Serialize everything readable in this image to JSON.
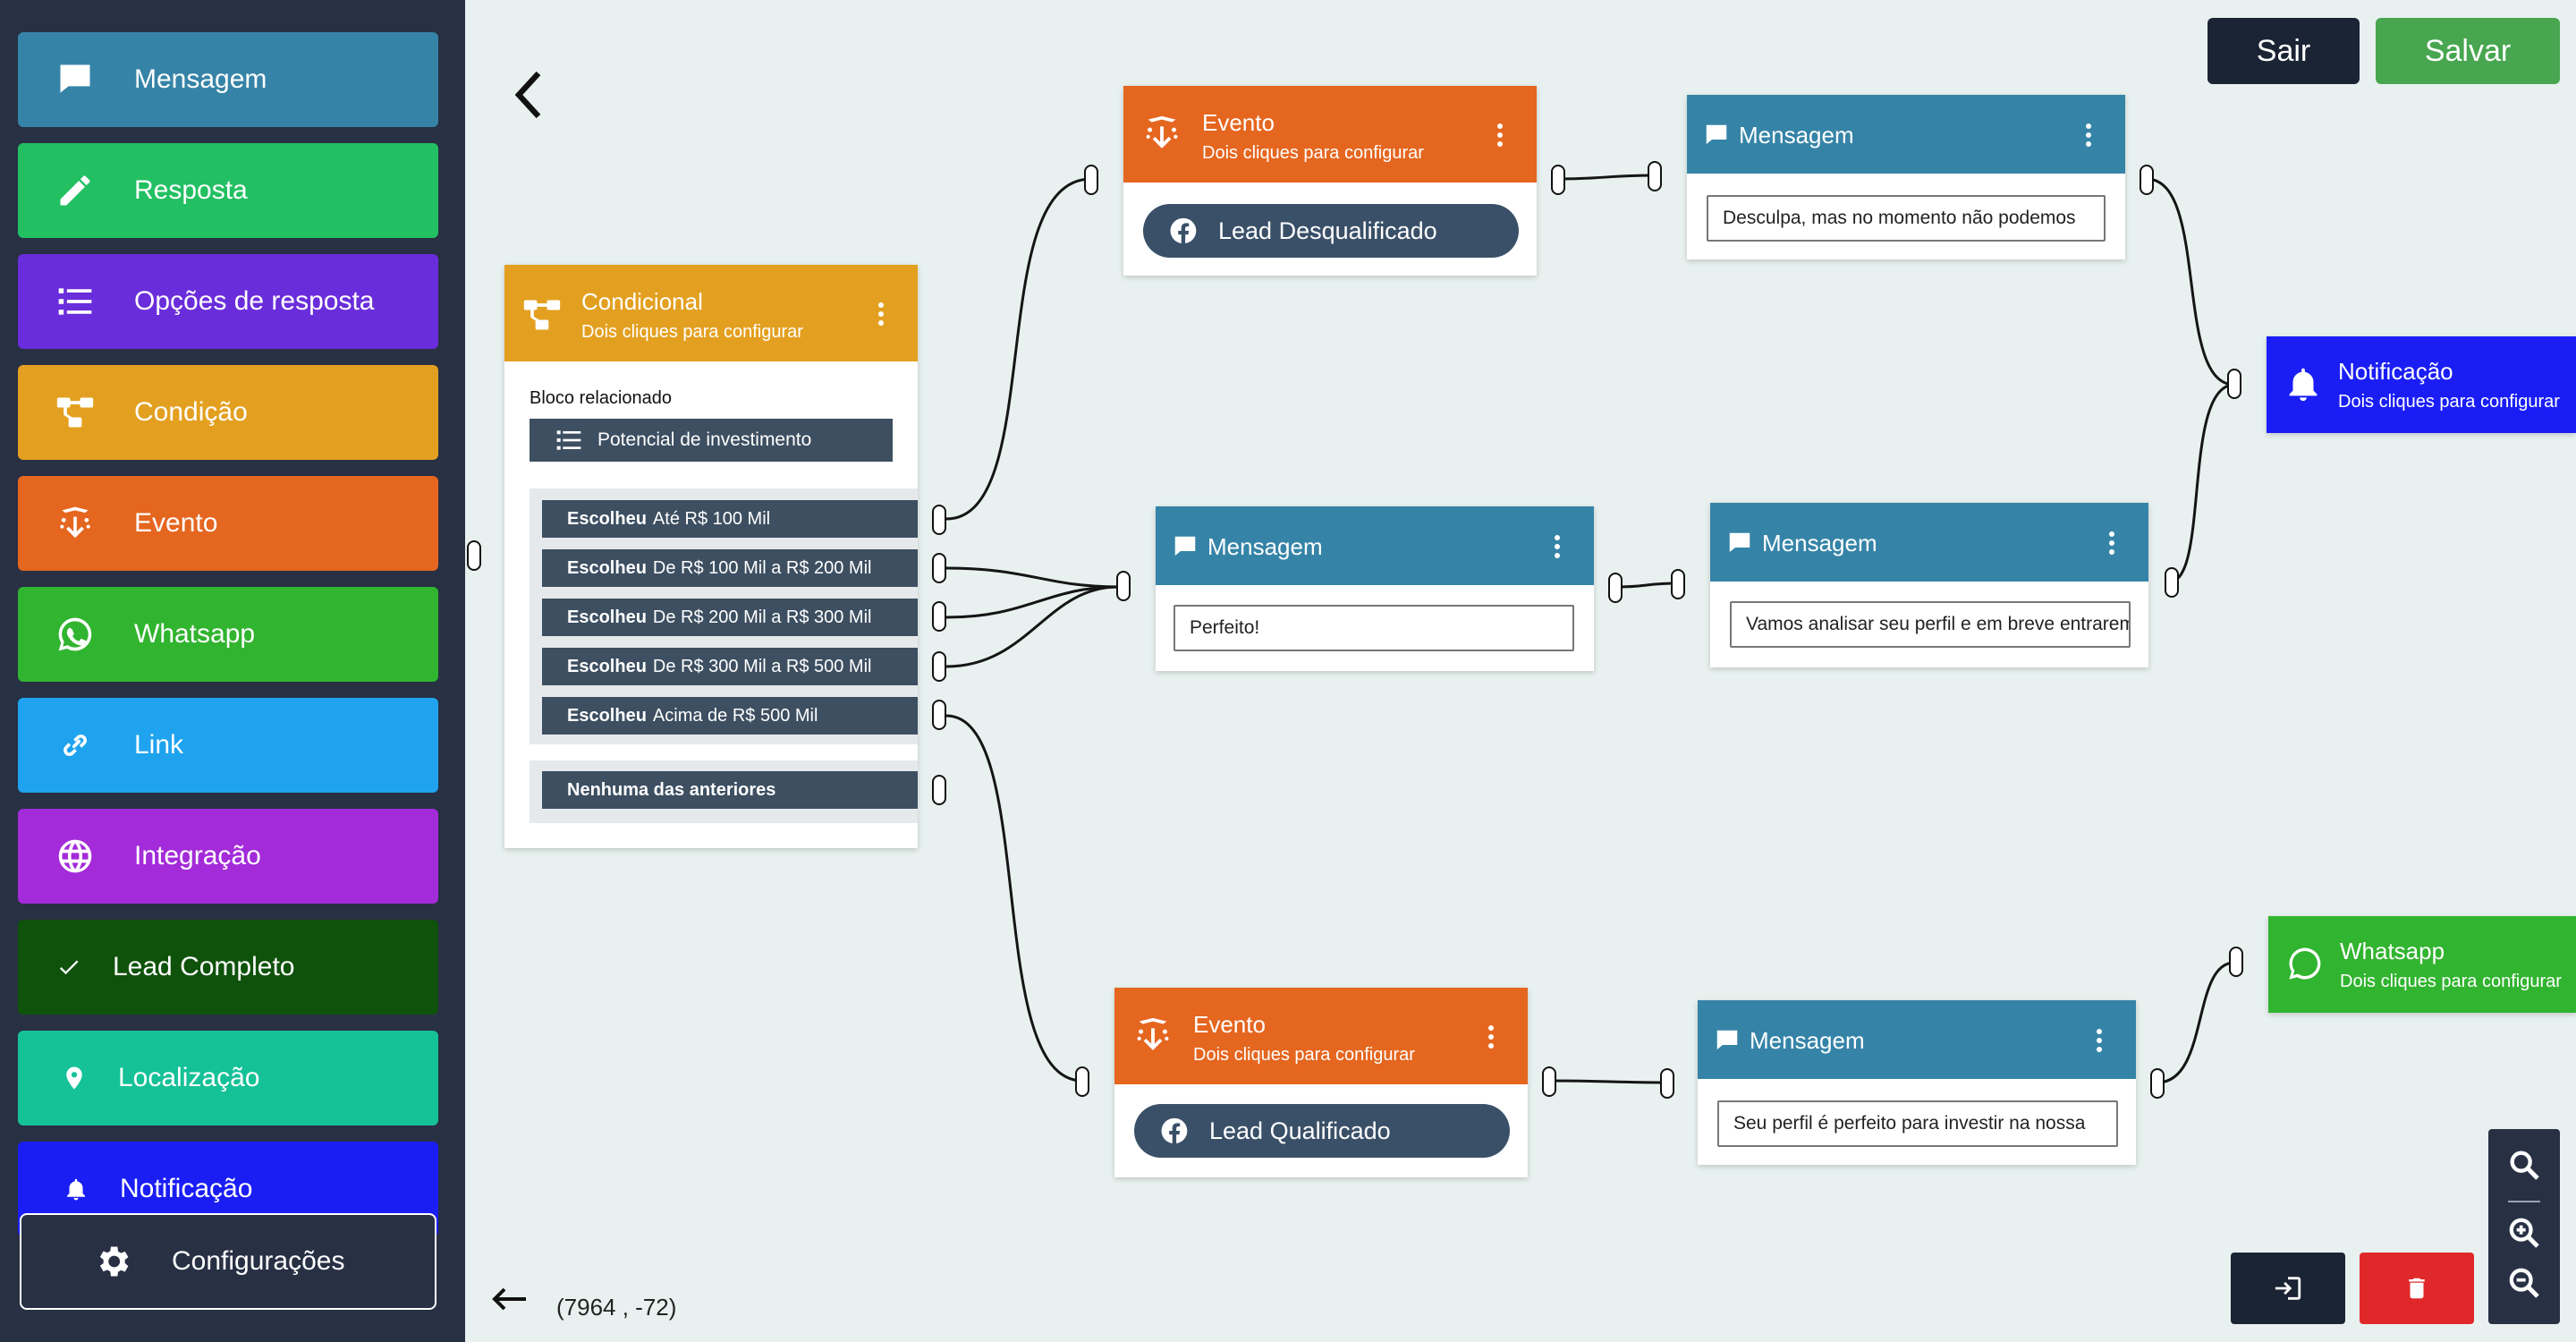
{
  "sidebar": {
    "items": [
      {
        "label": "Mensagem",
        "color": "#3584a7",
        "icon": "chat-icon"
      },
      {
        "label": "Resposta",
        "color": "#22c062",
        "icon": "pencil-icon"
      },
      {
        "label": "Opções de resposta",
        "color": "#6a2ddb",
        "icon": "list-icon"
      },
      {
        "label": "Condição",
        "color": "#e3a020",
        "icon": "flow-icon"
      },
      {
        "label": "Evento",
        "color": "#e5661f",
        "icon": "event-icon"
      },
      {
        "label": "Whatsapp",
        "color": "#31b42f",
        "icon": "whatsapp-icon"
      },
      {
        "label": "Link",
        "color": "#1fa3ef",
        "icon": "link-icon"
      },
      {
        "label": "Integração",
        "color": "#a32bd9",
        "icon": "globe-icon"
      },
      {
        "label": "Lead Completo",
        "color": "#0f520b",
        "icon": "check-icon"
      },
      {
        "label": "Localização",
        "color": "#15c197",
        "icon": "pin-icon"
      },
      {
        "label": "Notificação",
        "color": "#1a1ef5",
        "icon": "bell-icon"
      }
    ],
    "config_label": "Configurações"
  },
  "toolbar": {
    "exit_label": "Sair",
    "save_label": "Salvar",
    "exit_color": "#1b2434",
    "save_color": "#47a64f"
  },
  "nodes": {
    "conditional": {
      "title": "Condicional",
      "subtitle": "Dois cliques para configurar",
      "related_label": "Bloco relacionado",
      "related_block": "Potencial de investimento",
      "options": [
        {
          "prefix": "Escolheu",
          "text": "Até R$ 100 Mil"
        },
        {
          "prefix": "Escolheu",
          "text": "De R$ 100 Mil a R$ 200 Mil"
        },
        {
          "prefix": "Escolheu",
          "text": "De R$ 200 Mil a R$ 300 Mil"
        },
        {
          "prefix": "Escolheu",
          "text": "De R$ 300 Mil a R$ 500 Mil"
        },
        {
          "prefix": "Escolheu",
          "text": "Acima de R$ 500 Mil"
        }
      ],
      "none_option": "Nenhuma das anteriores"
    },
    "event_top": {
      "title": "Evento",
      "subtitle": "Dois cliques para configurar",
      "pill": "Lead Desqualificado"
    },
    "event_bottom": {
      "title": "Evento",
      "subtitle": "Dois cliques para configurar",
      "pill": "Lead Qualificado"
    },
    "msg_top": {
      "title": "Mensagem",
      "text": "Desculpa, mas no momento não podemos"
    },
    "msg_mid1": {
      "title": "Mensagem",
      "text": "Perfeito!"
    },
    "msg_mid2": {
      "title": "Mensagem",
      "text": "Vamos analisar seu perfil e em breve entraremos em contato"
    },
    "msg_bottom": {
      "title": "Mensagem",
      "text": "Seu perfil é perfeito para investir na nossa"
    },
    "notification": {
      "title": "Notificação",
      "subtitle": "Dois cliques para configurar"
    },
    "whatsapp": {
      "title": "Whatsapp",
      "subtitle": "Dois cliques para configurar"
    }
  },
  "status": {
    "coords": "(7964 , -72)"
  }
}
